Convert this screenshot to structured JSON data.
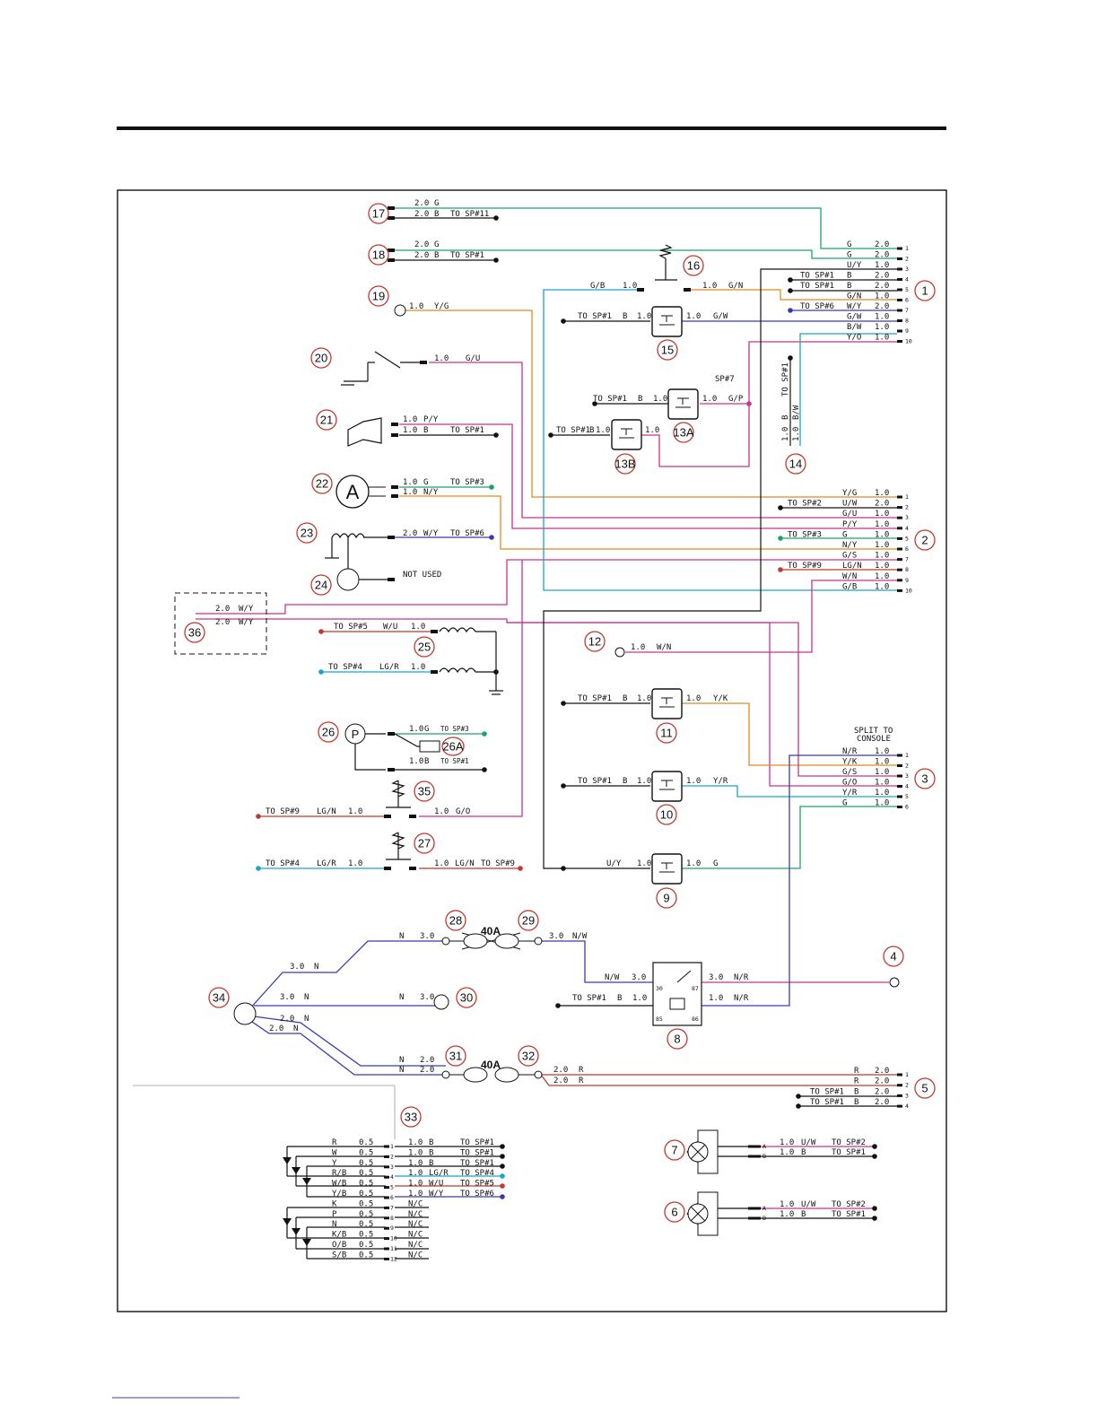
{
  "colors": {
    "green": "#1aa36b",
    "orange": "#e08a1e",
    "magenta": "#c8348e",
    "blue": "#3a3ab0",
    "cyan": "#1aa3c8",
    "red": "#c0392b",
    "black": "#111111"
  },
  "components": {
    "c1": "1",
    "c2": "2",
    "c3": "3",
    "c4": "4",
    "c5": "5",
    "c6": "6",
    "c7": "7",
    "c8": "8",
    "c9": "9",
    "c10": "10",
    "c11": "11",
    "c12": "12",
    "c13A": "13A",
    "c13B": "13B",
    "c14": "14",
    "c15": "15",
    "c16": "16",
    "c17": "17",
    "c18": "18",
    "c19": "19",
    "c20": "20",
    "c21": "21",
    "c22": "22",
    "c23": "23",
    "c24": "24",
    "c25": "25",
    "c26": "26",
    "c26A": "26A",
    "c27": "27",
    "c28": "28",
    "c29": "29",
    "c30": "30",
    "c31": "31",
    "c32": "32",
    "c33": "33",
    "c34": "34",
    "c35": "35",
    "c36": "36"
  },
  "symbols": {
    "ammeter": "A",
    "pressure": "P",
    "fuse_top": "40A",
    "fuse_bottom": "40A",
    "relay_pins": [
      "30",
      "87",
      "85",
      "86"
    ]
  },
  "connector1": {
    "pins": [
      "1",
      "2",
      "3",
      "4",
      "5",
      "6",
      "7",
      "8",
      "9",
      "10"
    ],
    "wires": [
      {
        "pin": "1",
        "color": "G",
        "size": "2.0",
        "note": ""
      },
      {
        "pin": "2",
        "color": "G",
        "size": "2.0",
        "note": ""
      },
      {
        "pin": "3",
        "color": "U/Y",
        "size": "1.0",
        "note": ""
      },
      {
        "pin": "4",
        "color": "B",
        "size": "2.0",
        "note": "TO SP#1"
      },
      {
        "pin": "5",
        "color": "B",
        "size": "2.0",
        "note": "TO SP#1"
      },
      {
        "pin": "6",
        "color": "G/N",
        "size": "1.0",
        "note": ""
      },
      {
        "pin": "7",
        "color": "W/Y",
        "size": "2.0",
        "note": "TO SP#6"
      },
      {
        "pin": "8",
        "color": "G/W",
        "size": "1.0",
        "note": ""
      },
      {
        "pin": "9",
        "color": "B/W",
        "size": "1.0",
        "note": ""
      },
      {
        "pin": "10",
        "color": "Y/O",
        "size": "1.0",
        "note": ""
      }
    ]
  },
  "connector2": {
    "pins": [
      "1",
      "2",
      "3",
      "4",
      "5",
      "6",
      "7",
      "8",
      "9",
      "10"
    ],
    "wires": [
      {
        "pin": "1",
        "color": "Y/G",
        "size": "1.0",
        "note": ""
      },
      {
        "pin": "2",
        "color": "U/W",
        "size": "2.0",
        "note": "TO SP#2"
      },
      {
        "pin": "3",
        "color": "G/U",
        "size": "1.0",
        "note": ""
      },
      {
        "pin": "4",
        "color": "P/Y",
        "size": "1.0",
        "note": ""
      },
      {
        "pin": "5",
        "color": "G",
        "size": "1.0",
        "note": "TO SP#3"
      },
      {
        "pin": "6",
        "color": "N/Y",
        "size": "1.0",
        "note": ""
      },
      {
        "pin": "7",
        "color": "G/S",
        "size": "1.0",
        "note": ""
      },
      {
        "pin": "8",
        "color": "LG/N",
        "size": "1.0",
        "note": "TO SP#9"
      },
      {
        "pin": "9",
        "color": "W/N",
        "size": "1.0",
        "note": ""
      },
      {
        "pin": "10",
        "color": "G/B",
        "size": "1.0",
        "note": ""
      }
    ]
  },
  "connector3": {
    "title": [
      "SPLIT TO",
      "CONSOLE"
    ],
    "pins": [
      "1",
      "2",
      "3",
      "4",
      "5",
      "6"
    ],
    "wires": [
      {
        "pin": "1",
        "color": "N/R",
        "size": "1.0"
      },
      {
        "pin": "2",
        "color": "Y/K",
        "size": "1.0"
      },
      {
        "pin": "3",
        "color": "G/S",
        "size": "1.0"
      },
      {
        "pin": "4",
        "color": "G/O",
        "size": "1.0"
      },
      {
        "pin": "5",
        "color": "Y/R",
        "size": "1.0"
      },
      {
        "pin": "6",
        "color": "G",
        "size": "1.0"
      }
    ]
  },
  "connector5": {
    "pins": [
      "1",
      "2",
      "3",
      "4"
    ],
    "wires": [
      {
        "pin": "1",
        "color": "R",
        "size": "2.0",
        "note": ""
      },
      {
        "pin": "2",
        "color": "R",
        "size": "2.0",
        "note": ""
      },
      {
        "pin": "3",
        "color": "B",
        "size": "2.0",
        "note": "TO SP#1"
      },
      {
        "pin": "4",
        "color": "B",
        "size": "2.0",
        "note": "TO SP#1"
      }
    ]
  },
  "connector33": {
    "rows": [
      {
        "pin": "1",
        "in_color": "R",
        "in_size": "0.5",
        "out_size": "1.0",
        "out_color": "B",
        "dest": "TO SP#1"
      },
      {
        "pin": "2",
        "in_color": "W",
        "in_size": "0.5",
        "out_size": "1.0",
        "out_color": "B",
        "dest": "TO SP#1"
      },
      {
        "pin": "3",
        "in_color": "Y",
        "in_size": "0.5",
        "out_size": "1.0",
        "out_color": "B",
        "dest": "TO SP#1"
      },
      {
        "pin": "4",
        "in_color": "R/B",
        "in_size": "0.5",
        "out_size": "1.0",
        "out_color": "LG/R",
        "dest": "TO SP#4"
      },
      {
        "pin": "5",
        "in_color": "W/B",
        "in_size": "0.5",
        "out_size": "1.0",
        "out_color": "W/U",
        "dest": "TO SP#5"
      },
      {
        "pin": "6",
        "in_color": "Y/B",
        "in_size": "0.5",
        "out_size": "1.0",
        "out_color": "W/Y",
        "dest": "TO SP#6"
      },
      {
        "pin": "7",
        "in_color": "K",
        "in_size": "0.5",
        "out_size": "",
        "out_color": "N/C",
        "dest": ""
      },
      {
        "pin": "8",
        "in_color": "P",
        "in_size": "0.5",
        "out_size": "",
        "out_color": "N/C",
        "dest": ""
      },
      {
        "pin": "9",
        "in_color": "N",
        "in_size": "0.5",
        "out_size": "",
        "out_color": "N/C",
        "dest": ""
      },
      {
        "pin": "10",
        "in_color": "K/B",
        "in_size": "0.5",
        "out_size": "",
        "out_color": "N/C",
        "dest": ""
      },
      {
        "pin": "11",
        "in_color": "O/B",
        "in_size": "0.5",
        "out_size": "",
        "out_color": "N/C",
        "dest": ""
      },
      {
        "pin": "12",
        "in_color": "S/B",
        "in_size": "0.5",
        "out_size": "",
        "out_color": "N/C",
        "dest": ""
      }
    ]
  },
  "lamps": {
    "lamp7": {
      "pins": [
        "A",
        "B"
      ],
      "rows": [
        {
          "size": "1.0",
          "color": "U/W",
          "dest": "TO SP#2"
        },
        {
          "size": "1.0",
          "color": "B",
          "dest": "TO SP#1"
        }
      ]
    },
    "lamp6": {
      "pins": [
        "A",
        "B"
      ],
      "rows": [
        {
          "size": "1.0",
          "color": "U/W",
          "dest": "TO SP#2"
        },
        {
          "size": "1.0",
          "color": "B",
          "dest": "TO SP#1"
        }
      ]
    }
  },
  "labels": {
    "c17_top": [
      "2.0",
      "G"
    ],
    "c17_bot": [
      "2.0",
      "B",
      "TO SP#11"
    ],
    "c18_top": [
      "2.0",
      "G"
    ],
    "c18_bot": [
      "2.0",
      "B",
      "TO SP#1"
    ],
    "c19": [
      "1.0",
      "Y/G"
    ],
    "c20": [
      "1.0",
      "G/U"
    ],
    "c21_top": [
      "1.0",
      "P/Y"
    ],
    "c21_bot": [
      "1.0",
      "B",
      "TO SP#1"
    ],
    "c22_top": [
      "1.0",
      "G",
      "TO SP#3"
    ],
    "c22_bot": [
      "1.0",
      "N/Y"
    ],
    "c23": [
      "2.0",
      "W/Y",
      "TO SP#6"
    ],
    "c24": "NOT USED",
    "c36_top": [
      "2.0",
      "W/Y"
    ],
    "c36_bot": [
      "2.0",
      "W/Y"
    ],
    "c25_top": [
      "TO SP#5",
      "W/U",
      "1.0"
    ],
    "c25_bot": [
      "TO SP#4",
      "LG/R",
      "1.0"
    ],
    "c12": [
      "1.0",
      "W/N"
    ],
    "c26_top": [
      "1.0",
      "G",
      "TO SP#3"
    ],
    "c26_bot": [
      "1.0",
      "B",
      "TO SP#1"
    ],
    "c35_left": [
      "TO SP#9",
      "LG/N",
      "1.0"
    ],
    "c35_right": [
      "1.0",
      "G/O"
    ],
    "c27_left": [
      "TO SP#4",
      "LG/R",
      "1.0"
    ],
    "c27_right": [
      "1.0",
      "LG/N",
      "TO SP#9"
    ],
    "c16_left": [
      "G/B",
      "1.0"
    ],
    "c16_right": [
      "1.0",
      "G/N"
    ],
    "c15_left": [
      "TO SP#1",
      "B",
      "1.0"
    ],
    "c15_right": [
      "1.0",
      "G/W"
    ],
    "sp7": "SP#7",
    "c13A_left": [
      "TO SP#1",
      "B",
      "1.0"
    ],
    "c13A_right": [
      "1.0",
      "G/P"
    ],
    "c13B_left": [
      "TO SP#1",
      "B",
      "1.0"
    ],
    "c13B_right": "1.0",
    "c14_left": [
      "TO SP#1",
      "B",
      "1.0"
    ],
    "c14_right": [
      "B/W",
      "1.0"
    ],
    "c11_left": [
      "TO SP#1",
      "B",
      "1.0"
    ],
    "c11_right": [
      "1.0",
      "Y/K"
    ],
    "c10_left": [
      "TO SP#1",
      "B",
      "1.0"
    ],
    "c10_right": [
      "1.0",
      "Y/R"
    ],
    "c9_left": [
      "U/Y",
      "1.0"
    ],
    "c9_right": [
      "1.0",
      "G"
    ],
    "w34_a": [
      "3.0",
      "N"
    ],
    "w34_b": [
      "3.0",
      "N"
    ],
    "w34_c": [
      "2.0",
      "N"
    ],
    "w34_d": [
      "2.0",
      "N"
    ],
    "w28_in": [
      "N",
      "3.0"
    ],
    "w30_in": [
      "N",
      "3.0"
    ],
    "w29_out": [
      "3.0",
      "N/W"
    ],
    "w31_in_a": [
      "N",
      "2.0"
    ],
    "w31_in_b": [
      "N",
      "2.0"
    ],
    "w32_out_a": [
      "2.0",
      "R"
    ],
    "w32_out_b": [
      "2.0",
      "R"
    ],
    "relay_in30": [
      "N/W",
      "3.0"
    ],
    "relay_out87": [
      "3.0",
      "N/R"
    ],
    "relay_in85": [
      "TO SP#1",
      "B",
      "1.0"
    ],
    "relay_out86": [
      "1.0",
      "N/R"
    ]
  }
}
